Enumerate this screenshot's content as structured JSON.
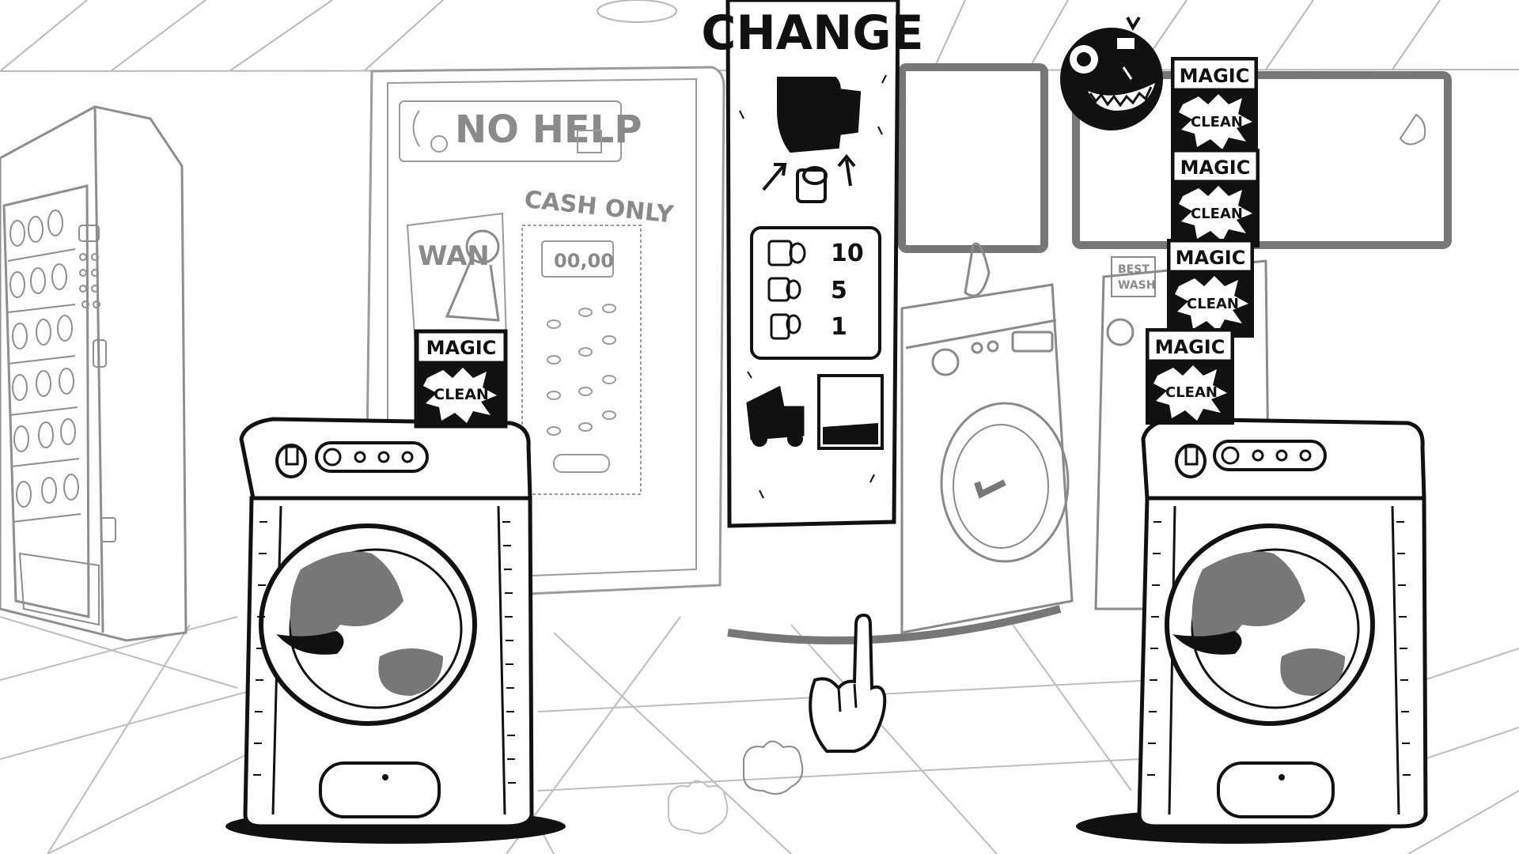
{
  "colors": {
    "ink": "#111111",
    "faded_ink": "#9a9a9a",
    "mid_gray": "#7a7a7a",
    "paper": "#ffffff",
    "floor_line": "#b8b8b8"
  },
  "change_machine": {
    "title": "CHANGE",
    "icon": "dollar-bill-icon",
    "prices": [
      {
        "icon": "coin-stack-large-icon",
        "value": "10"
      },
      {
        "icon": "coin-stack-medium-icon",
        "value": "5"
      },
      {
        "icon": "coin-single-icon",
        "value": "1"
      }
    ]
  },
  "signs": {
    "no_help": "NO HELP",
    "cash_only": "CASH ONLY",
    "display_value": "00,00",
    "wanted_partial": "WAN",
    "best_wash_line1": "BEST",
    "best_wash_line2": "WASH"
  },
  "detergent": {
    "brand_top": "MAGIC",
    "brand_bottom": "CLEAN"
  },
  "cursor": {
    "icon": "pointing-hand-cursor-icon"
  }
}
